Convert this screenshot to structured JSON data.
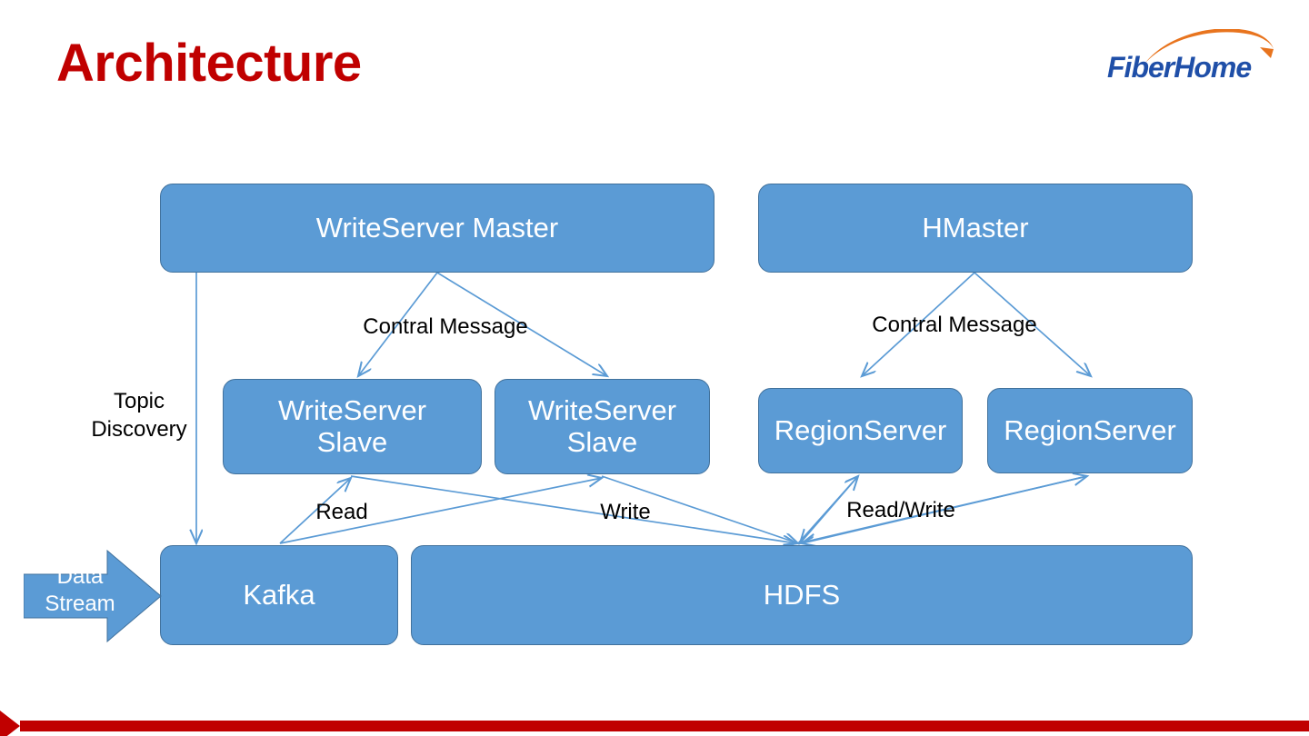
{
  "slide": {
    "title": "Architecture",
    "title_color": "#C00000",
    "background": "#FFFFFF",
    "accent_bar_color": "#C00000"
  },
  "logo": {
    "name": "FiberHome",
    "text_color": "#1F4FA8",
    "swoosh_color": "#E8741E"
  },
  "diagram": {
    "node_fill": "#5B9BD5",
    "node_border": "#41719C",
    "node_text_color": "#FFFFFF",
    "edge_color": "#5B9BD5",
    "nodes": [
      {
        "id": "writeserver-master",
        "label": "WriteServer Master"
      },
      {
        "id": "hmaster",
        "label": "HMaster"
      },
      {
        "id": "writeserver-slave-1",
        "label": "WriteServer\nSlave"
      },
      {
        "id": "writeserver-slave-2",
        "label": "WriteServer\nSlave"
      },
      {
        "id": "regionserver-1",
        "label": "RegionServer"
      },
      {
        "id": "regionserver-2",
        "label": "RegionServer"
      },
      {
        "id": "kafka",
        "label": "Kafka"
      },
      {
        "id": "hdfs",
        "label": "HDFS"
      },
      {
        "id": "data-stream",
        "label": "Data\nStream"
      }
    ],
    "edge_labels": [
      {
        "id": "control-message-left",
        "text": "Contral Message"
      },
      {
        "id": "topic-discovery",
        "text": "Topic\nDiscovery"
      },
      {
        "id": "control-message-right",
        "text": "Contral Message"
      },
      {
        "id": "read",
        "text": "Read"
      },
      {
        "id": "write",
        "text": "Write"
      },
      {
        "id": "read-write",
        "text": "Read/Write"
      }
    ]
  }
}
